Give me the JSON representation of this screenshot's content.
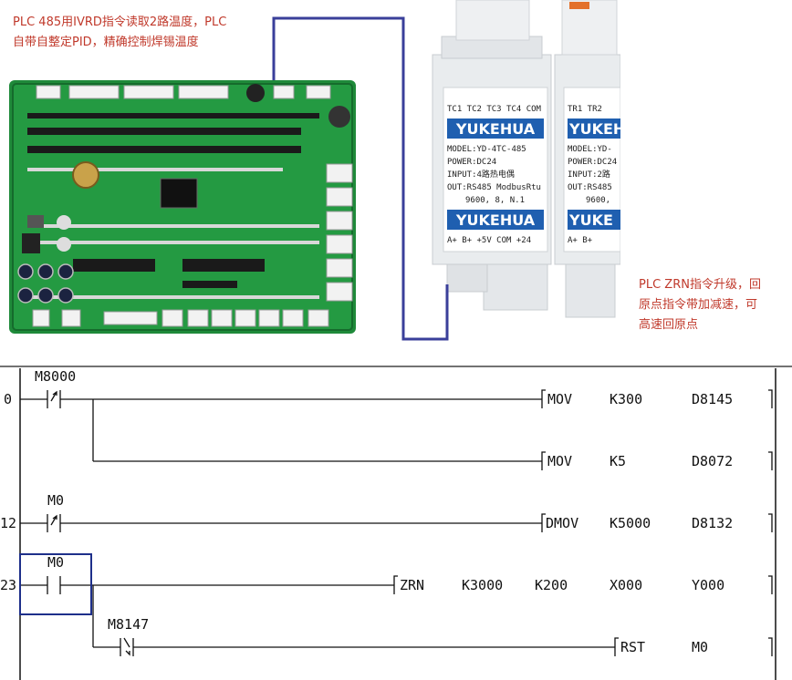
{
  "notes": {
    "top_left_line1": "PLC 485用IVRD指令读取2路温度，PLC",
    "top_left_line2": "自带自整定PID，精确控制焊锡温度",
    "right_line1": "PLC ZRN指令升级，回",
    "right_line2": "原点指令带加减速，可",
    "right_line3": "高速回原点"
  },
  "module1": {
    "terminals_top": "TC1 TC2 TC3 TC4 COM",
    "brand": "YUKEHUA",
    "model": "MODEL:YD-4TC-485",
    "power": "POWER:DC24",
    "input": "INPUT:4路热电偶",
    "out": "OUT:RS485 ModbusRtu",
    "serial": "9600, 8, N.1",
    "brand2": "YUKEHUA",
    "terminals_bottom": "A+  B+  +5V COM +24"
  },
  "module2": {
    "terminals_top": "TR1 TR2",
    "brand": "YUKEHUA",
    "model": "MODEL:YD-",
    "power": "POWER:DC24",
    "input": "INPUT:2路",
    "out": "OUT:RS485",
    "serial": "9600,",
    "brand2": "YUKE",
    "terminals_bottom": "A+  B+"
  },
  "ladder": {
    "rungs": [
      {
        "step": "0",
        "contact": "M8000",
        "instr": [
          "MOV",
          "K300",
          "D8145"
        ]
      },
      {
        "branch_instr": [
          "MOV",
          "K5",
          "D8072"
        ]
      },
      {
        "step": "12",
        "contact": "M0",
        "instr": [
          "DMOV",
          "K5000",
          "D8132"
        ]
      },
      {
        "step": "23",
        "contact": "M0",
        "instr": [
          "ZRN",
          "K3000",
          "K200",
          "X000",
          "Y000"
        ]
      },
      {
        "contact": "M8147",
        "instr": [
          "RST",
          "M0"
        ]
      }
    ]
  }
}
